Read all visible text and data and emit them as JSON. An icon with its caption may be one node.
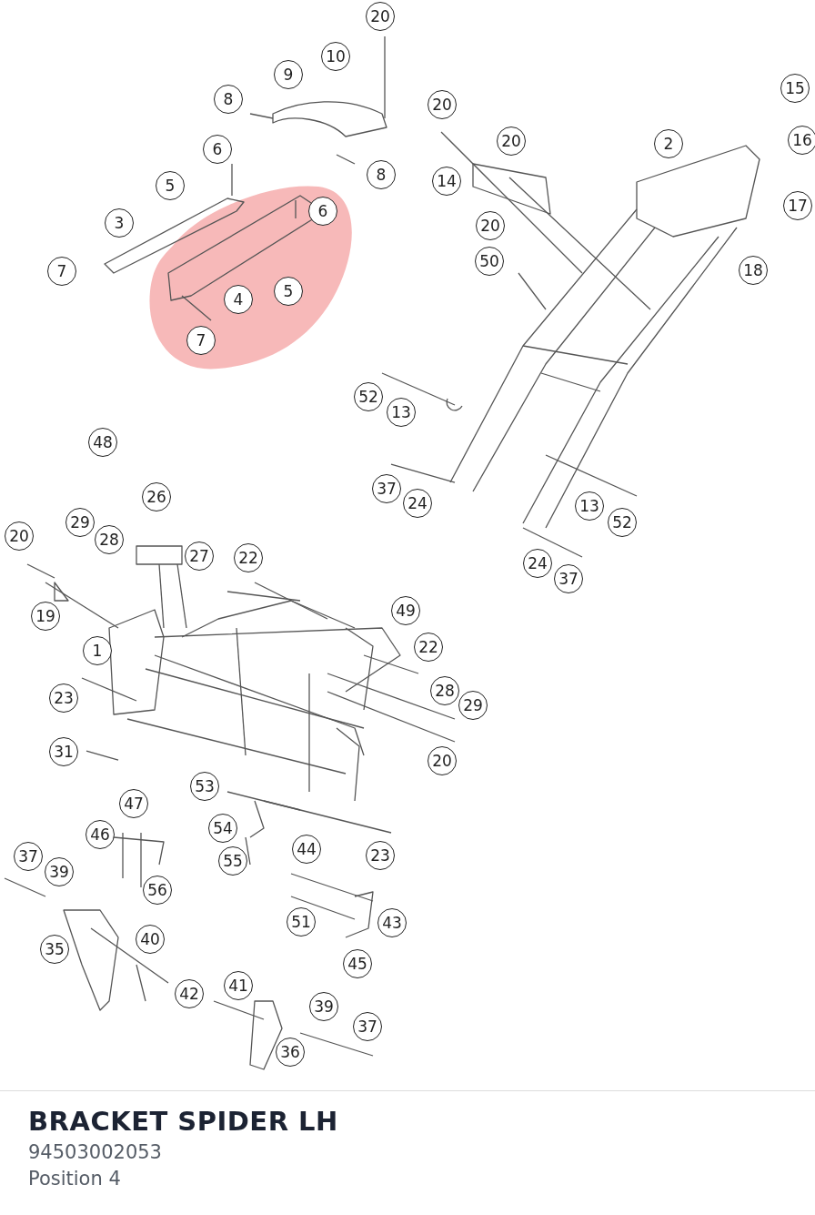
{
  "diagram": {
    "title": "BRACKET SPIDER LH",
    "labels": [
      "20",
      "10",
      "15",
      "9",
      "8",
      "20",
      "20",
      "2",
      "16",
      "6",
      "8",
      "14",
      "5",
      "17",
      "6",
      "3",
      "20",
      "50",
      "7",
      "18",
      "4",
      "5",
      "7",
      "52",
      "13",
      "48",
      "37",
      "24",
      "26",
      "13",
      "52",
      "29",
      "28",
      "20",
      "27",
      "22",
      "24",
      "37",
      "49",
      "19",
      "22",
      "1",
      "23",
      "28",
      "29",
      "31",
      "20",
      "53",
      "47",
      "54",
      "46",
      "44",
      "23",
      "37",
      "55",
      "39",
      "56",
      "51",
      "43",
      "40",
      "35",
      "45",
      "41",
      "42",
      "39",
      "37",
      "36",
      "94503002053",
      "Position 4"
    ]
  }
}
